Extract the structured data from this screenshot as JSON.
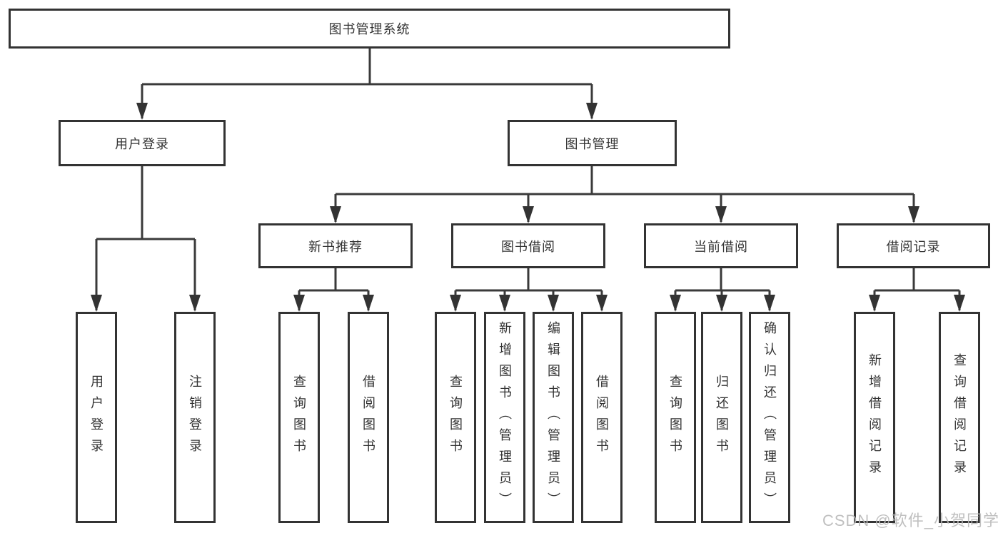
{
  "tree": {
    "label": "图书管理系统",
    "children": [
      {
        "label": "用户登录",
        "children": [
          {
            "label": "用户登录"
          },
          {
            "label": "注销登录"
          }
        ]
      },
      {
        "label": "图书管理",
        "children": [
          {
            "label": "新书推荐",
            "children": [
              {
                "label": "查询图书"
              },
              {
                "label": "借阅图书"
              }
            ]
          },
          {
            "label": "图书借阅",
            "children": [
              {
                "label": "查询图书"
              },
              {
                "label": "新增图书（管理员）"
              },
              {
                "label": "编辑图书（管理员）"
              },
              {
                "label": "借阅图书"
              }
            ]
          },
          {
            "label": "当前借阅",
            "children": [
              {
                "label": "查询图书"
              },
              {
                "label": "归还图书"
              },
              {
                "label": "确认归还（管理员）"
              }
            ]
          },
          {
            "label": "借阅记录",
            "children": [
              {
                "label": "新增借阅记录"
              },
              {
                "label": "查询借阅记录"
              }
            ]
          }
        ]
      }
    ]
  },
  "watermark": {
    "text": "CSDN @软件_小贺同学"
  },
  "colors": {
    "line": "#3a3a3a",
    "box_border": "#333333",
    "text": "#333333",
    "background": "#ffffff",
    "watermark": "#b9b9b9"
  }
}
